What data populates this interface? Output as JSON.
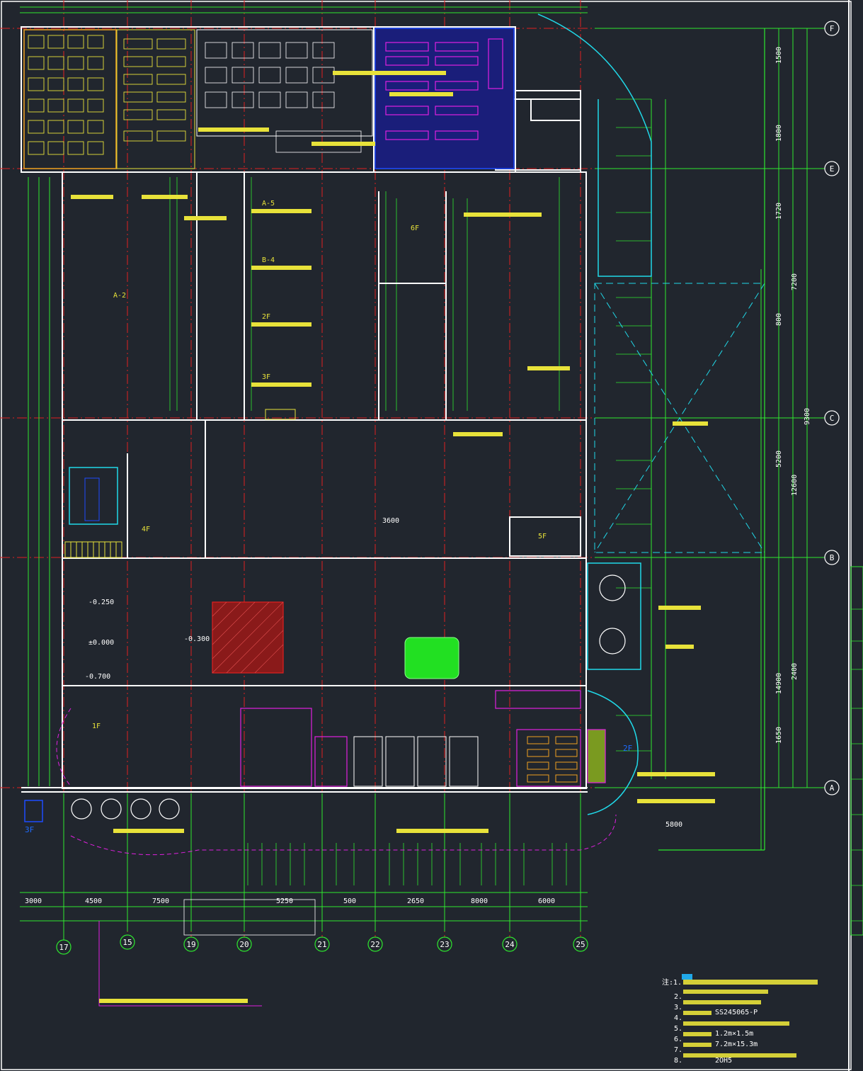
{
  "grid_axes": {
    "rows": [
      "F",
      "E",
      "C",
      "B",
      "A"
    ],
    "columns": [
      "17",
      "15",
      "19",
      "20",
      "21",
      "22",
      "23",
      "24",
      "25"
    ]
  },
  "dimension_labels": [
    "1500",
    "1800",
    "1720",
    "800",
    "7200",
    "9300",
    "5200",
    "12600",
    "14900",
    "2400",
    "1650",
    "3000",
    "4500",
    "7500",
    "5250",
    "500",
    "2650",
    "8000",
    "6000",
    "5800",
    "3600"
  ],
  "room_labels": [
    "A-2",
    "A-5",
    "B-4",
    "2F",
    "3F",
    "5F",
    "4F",
    "6F",
    "1F"
  ],
  "annotation_labels": [
    "-0.250",
    "±0.000",
    "-0.300",
    "-0.700"
  ],
  "blue_labels": [
    "3F",
    "2F"
  ],
  "notes": [
    "注:1.",
    "2.",
    "3.",
    "4.",
    "5.",
    "6.",
    "7.",
    "8."
  ],
  "notes_visible_fragments": [
    "SS245065-P",
    "1.2m×1.5m",
    "7.2m×15.3m",
    "2OH5"
  ],
  "colors": {
    "background": "#21262e",
    "grid": "#2ee82e",
    "walls": "#ffffff",
    "text": "#e8e23a",
    "red_axis": "#e02020",
    "magenta": "#e020e0",
    "cyan": "#20d8e8",
    "blue": "#1e4bff"
  }
}
